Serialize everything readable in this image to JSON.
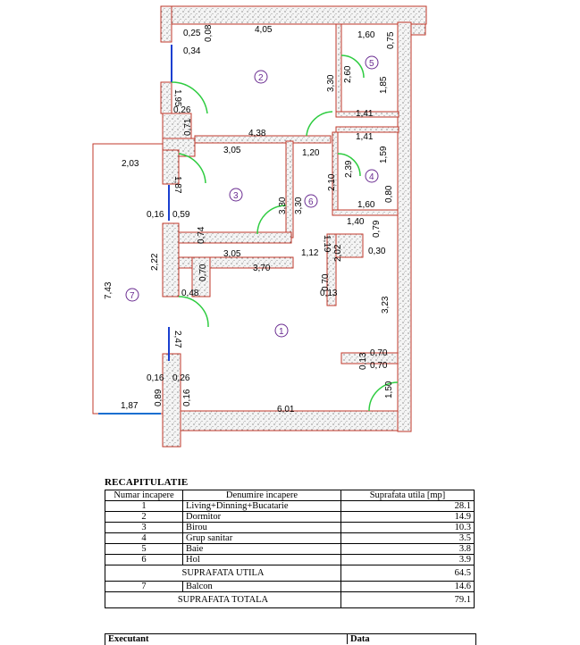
{
  "rooms": [
    {
      "num": "1",
      "name": "Living+Dinning+Bucatarie",
      "area": "28.1"
    },
    {
      "num": "2",
      "name": "Dormitor",
      "area": "14.9"
    },
    {
      "num": "3",
      "name": "Birou",
      "area": "10.3"
    },
    {
      "num": "4",
      "name": "Grup sanitar",
      "area": "3.5"
    },
    {
      "num": "5",
      "name": "Baie",
      "area": "3.8"
    },
    {
      "num": "6",
      "name": "Hol",
      "area": "3.9"
    }
  ],
  "balcony": {
    "num": "7",
    "name": "Balcon",
    "area": "14.6"
  },
  "totals": {
    "useful_label": "SUPRAFATA UTILA",
    "useful_value": "64.5",
    "total_label": "SUPRAFATA TOTALA",
    "total_value": "79.1"
  },
  "recap": {
    "title": "RECAPITULATIE",
    "col1": "Numar incapere",
    "col2": "Denumire incapere",
    "col3": "Suprafata utila [mp]"
  },
  "footer": {
    "left": "Executant",
    "right": "Data"
  },
  "dimensions": [
    "0,25",
    "0,08",
    "4,05",
    "1,60",
    "0,75",
    "0,34",
    "1,95",
    "3,30",
    "2,60",
    "1,85",
    "0,26",
    "1,41",
    "0,71",
    "4,38",
    "1,41",
    "1,59",
    "2,03",
    "3,05",
    "1,20",
    "2,39",
    "1,87",
    "3,30",
    "3,30",
    "2,10",
    "1,60",
    "0,80",
    "0,16",
    "0,59",
    "1,40",
    "0,74",
    "0,79",
    "2,22",
    "3,05",
    "1,12",
    "1,19",
    "2,02",
    "0,30",
    "0,70",
    "3,70",
    "7,43",
    "0,48",
    "0,70",
    "0,13",
    "3,23",
    "2,47",
    "0,13",
    "0,70",
    "0,70",
    "0,16",
    "0,26",
    "1,50",
    "0,89",
    "0,16",
    "1,87",
    "6,01"
  ],
  "colors": {
    "wall_outline": "#c0392b",
    "door_arc": "#2ecc40",
    "window": "#1a3fd0",
    "room_label": "#6a2c91",
    "balcony_line": "#1a6fd0"
  }
}
